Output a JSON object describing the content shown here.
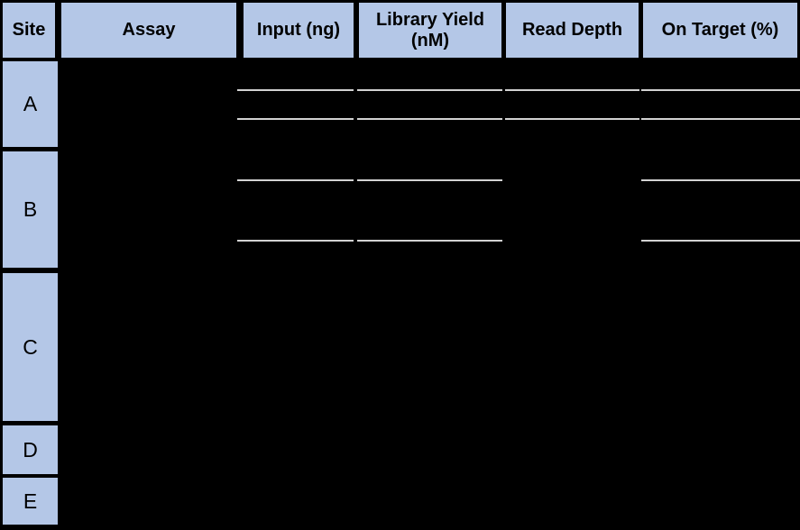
{
  "table": {
    "columns": [
      {
        "id": "site",
        "label": "Site"
      },
      {
        "id": "assay",
        "label": "Assay"
      },
      {
        "id": "input_ng",
        "label": "Input (ng)"
      },
      {
        "id": "library_yield_nm",
        "label": "Library Yield\n(nM)"
      },
      {
        "id": "read_depth",
        "label": "Read Depth"
      },
      {
        "id": "on_target_pct",
        "label": "On Target (%)"
      }
    ],
    "rows": [
      {
        "site": "A",
        "redacted": true,
        "subrow_divider_count": 2,
        "subrow_divider_columns": [
          "input_ng",
          "library_yield_nm",
          "read_depth",
          "on_target_pct"
        ]
      },
      {
        "site": "B",
        "redacted": true,
        "subrow_divider_count": 2,
        "subrow_divider_columns": [
          "input_ng",
          "library_yield_nm",
          "on_target_pct"
        ]
      },
      {
        "site": "C",
        "redacted": true
      },
      {
        "site": "D",
        "redacted": true
      },
      {
        "site": "E",
        "redacted": true
      }
    ]
  },
  "colors": {
    "header_bg": "#b4c7e7",
    "site_cell_bg": "#b4c7e7",
    "redacted_bg": "#000000",
    "divider_line": "#d2d2d2",
    "text": "#000000"
  }
}
